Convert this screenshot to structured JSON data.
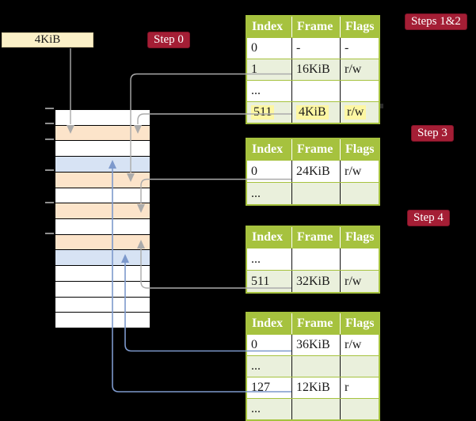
{
  "diagram": {
    "frame_label": "4KiB",
    "badges": {
      "step0": "Step 0",
      "steps12": "Steps 1&2",
      "step3": "Step 3",
      "step4": "Step 4"
    },
    "tables": [
      {
        "title": "page-table-steps-1-2",
        "headers": [
          "Index",
          "Frame",
          "Flags"
        ],
        "rows": [
          [
            "0",
            "-",
            "-"
          ],
          [
            "1",
            "16KiB",
            "r/w"
          ],
          [
            "...",
            "",
            ""
          ],
          [
            "511",
            "4KiB",
            "r/w"
          ]
        ],
        "highlighted_row_index": 3
      },
      {
        "title": "page-table-step-3",
        "headers": [
          "Index",
          "Frame",
          "Flags"
        ],
        "rows": [
          [
            "0",
            "24KiB",
            "r/w"
          ],
          [
            "...",
            "",
            ""
          ]
        ]
      },
      {
        "title": "page-table-step-4-upper",
        "headers": [
          "Index",
          "Frame",
          "Flags"
        ],
        "rows": [
          [
            "...",
            "",
            ""
          ],
          [
            "511",
            "32KiB",
            "r/w"
          ]
        ]
      },
      {
        "title": "page-table-step-4-lower",
        "headers": [
          "Index",
          "Frame",
          "Flags"
        ],
        "rows": [
          [
            "0",
            "36KiB",
            "r/w"
          ],
          [
            "...",
            "",
            ""
          ],
          [
            "127",
            "12KiB",
            "r"
          ],
          [
            "...",
            "",
            ""
          ]
        ]
      }
    ],
    "memory_column": {
      "row_count": 14,
      "row_colors": [
        "white",
        "peach",
        "white",
        "blue",
        "peach",
        "white",
        "peach",
        "white",
        "peach",
        "blue",
        "white",
        "white",
        "white",
        "white"
      ]
    }
  },
  "colors": {
    "table_header_green": "#A6C23E",
    "table_tint_green": "#EAF0DC",
    "highlight_yellow": "#FDF7A3",
    "memory_peach": "#FCE4CA",
    "memory_blue": "#D7E3F4",
    "label_cream": "#FBF0C7",
    "badge_red": "#A41E35",
    "connector_gray": "#ABABAB",
    "connector_blue": "#7D99CC"
  }
}
